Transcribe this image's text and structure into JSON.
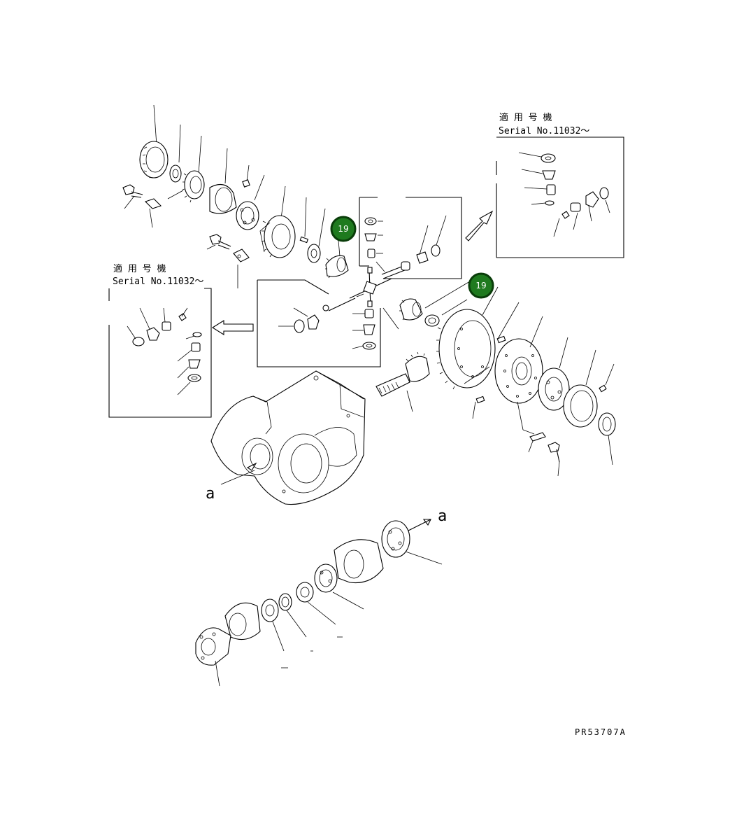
{
  "inset_left": {
    "title_jp": "適 用 号 機",
    "serial": "Serial No.11032～"
  },
  "inset_right": {
    "title_jp": "適 用 号 機",
    "serial": "Serial No.11032～"
  },
  "callouts": [
    {
      "label": "19"
    },
    {
      "label": "19"
    }
  ],
  "view_marker_housing": "a",
  "view_marker_input": "a",
  "drawing_number": "PR53707A",
  "colors": {
    "callout_fill": "#1f7a1f",
    "line": "#000000",
    "background": "#ffffff"
  }
}
